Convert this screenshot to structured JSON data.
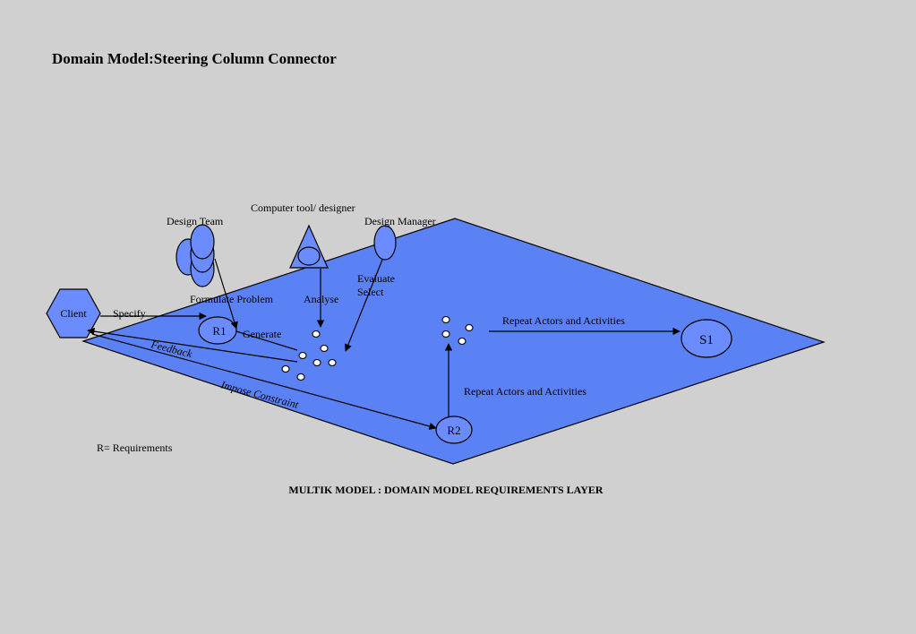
{
  "title": "Domain Model:Steering Column Connector",
  "caption": "MULTIK MODEL : DOMAIN MODEL REQUIREMENTS LAYER",
  "legend": "R= Requirements",
  "colors": {
    "background": "#d0d0d0",
    "plane": "#5b82f5",
    "node": "#6b8cff"
  },
  "actors": {
    "client": "Client",
    "design_team": "Design Team",
    "computer_tool": "Computer tool/ designer",
    "design_manager": "Design Manager"
  },
  "nodes": {
    "r1": "R1",
    "r2": "R2",
    "s1": "S1"
  },
  "activities": {
    "specify": "Specify",
    "formulate": "Formulate Problem",
    "generate": "Generate",
    "analyse": "Analyse",
    "evaluate": "Evaluate",
    "select": "Select",
    "feedback": "Feedback",
    "impose": "Impose Constraint",
    "repeat_top": "Repeat Actors and Activities",
    "repeat_mid": "Repeat Actors and Activities"
  }
}
